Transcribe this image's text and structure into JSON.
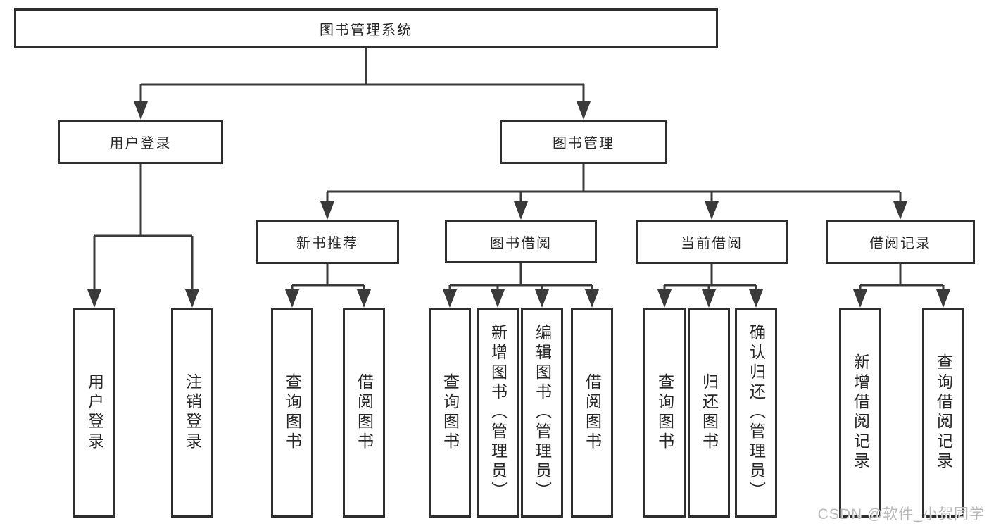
{
  "colors": {
    "line": "#3a3a3a",
    "box_border": "#2e2e2e",
    "text": "#262626",
    "watermark": "#b9b9b9",
    "background": "#ffffff"
  },
  "nodes": {
    "root": "图书管理系统",
    "user_login": "用户登录",
    "book_management": "图书管理",
    "new_book_recommend": "新书推荐",
    "book_borrow": "图书借阅",
    "current_borrow": "当前借阅",
    "borrow_records": "借阅记录",
    "leaf_user_login": "用户登录",
    "leaf_logout": "注销登录",
    "leaf_query_books_newrec": "查询图书",
    "leaf_borrow_books_newrec": "借阅图书",
    "leaf_query_books_borrow": "查询图书",
    "leaf_add_books_admin": "新增图书（管理员）",
    "leaf_edit_books_admin": "编辑图书（管理员）",
    "leaf_borrow_books_borrow": "借阅图书",
    "leaf_query_books_current": "查询图书",
    "leaf_return_books": "归还图书",
    "leaf_confirm_return_admin": "确认归还（管理员）",
    "leaf_add_borrow_record": "新增借阅记录",
    "leaf_query_borrow_record": "查询借阅记录"
  },
  "watermark": "CSDN @软件_小贺同学"
}
